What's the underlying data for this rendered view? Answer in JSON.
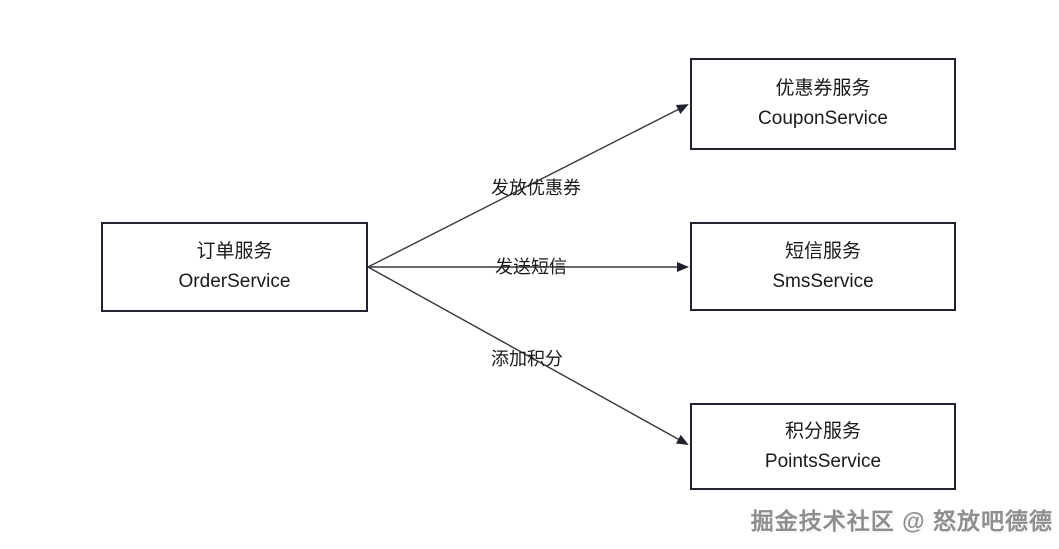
{
  "diagram": {
    "title": "order-service-fanout-diagram",
    "colors": {
      "background": "#ffffff",
      "box_border": "#20222e",
      "arrow_line": "#36373d",
      "text": "#1a1a1a",
      "watermark_text": "#8e8e8e"
    },
    "nodes": {
      "order": {
        "label_zh": "订单服务",
        "label_en": "OrderService"
      },
      "coupon": {
        "label_zh": "优惠券服务",
        "label_en": "CouponService"
      },
      "sms": {
        "label_zh": "短信服务",
        "label_en": "SmsService"
      },
      "points": {
        "label_zh": "积分服务",
        "label_en": "PointsService"
      }
    },
    "edges": {
      "order_to_coupon": {
        "label": "发放优惠券"
      },
      "order_to_sms": {
        "label": "发送短信"
      },
      "order_to_points": {
        "label": "添加积分"
      }
    }
  },
  "watermark": {
    "text": "掘金技术社区 @ 怒放吧德德"
  }
}
